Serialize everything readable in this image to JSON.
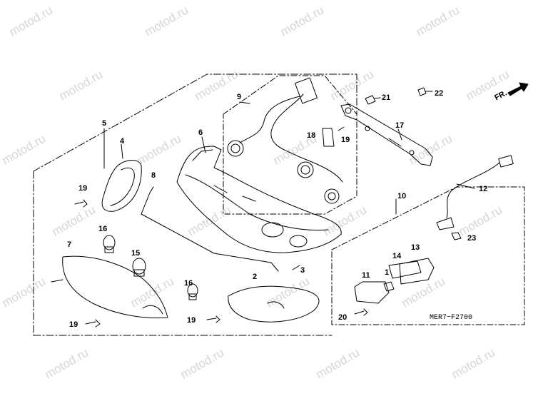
{
  "watermark": "motod.ru",
  "diagram_code": "MER7−F2700",
  "direction_label": "FR.",
  "callouts": {
    "c1": "1",
    "c2": "2",
    "c3": "3",
    "c4": "4",
    "c5": "5",
    "c6": "6",
    "c7": "7",
    "c8": "8",
    "c9": "9",
    "c10": "10",
    "c11": "11",
    "c12": "12",
    "c13": "13",
    "c14": "14",
    "c15": "15",
    "c16a": "16",
    "c16b": "16",
    "c17": "17",
    "c18": "18",
    "c19a": "19",
    "c19b": "19",
    "c19c": "19",
    "c19d": "19",
    "c20": "20",
    "c21": "21",
    "c22": "22",
    "c23": "23"
  }
}
